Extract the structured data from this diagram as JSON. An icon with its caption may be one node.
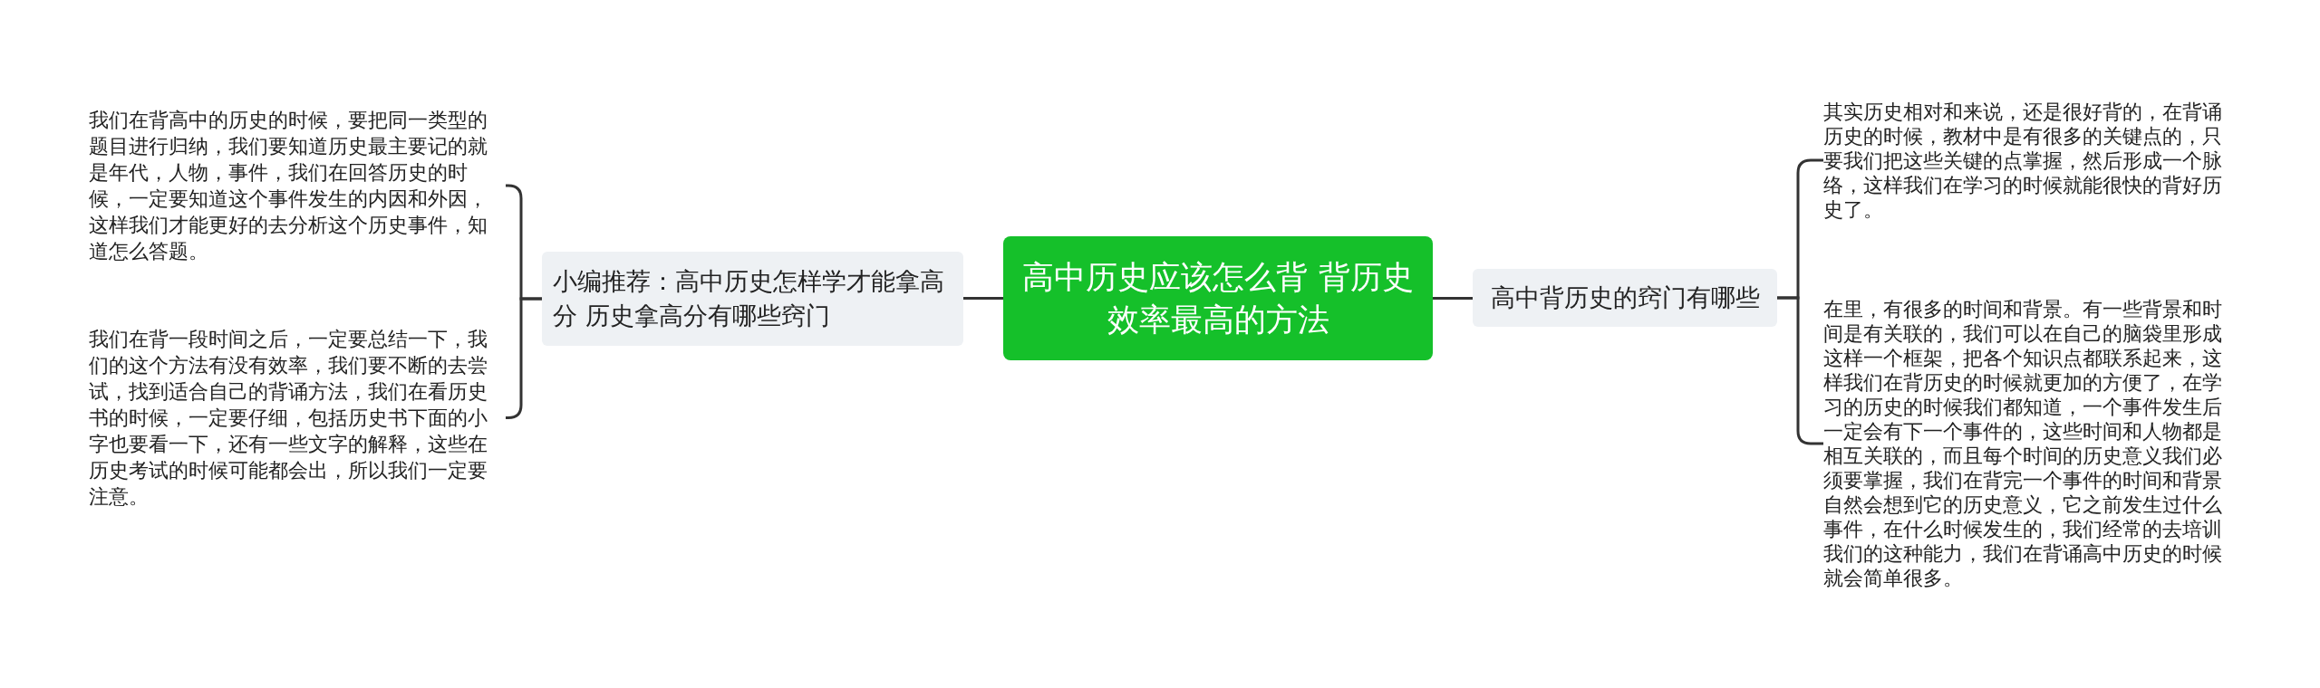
{
  "diagram": {
    "nodes": [
      {
        "text": [
          "高中历史应该怎么背 背历史效率最高的方法"
        ]
      },
      {
        "text": [
          "小编推荐：高中历史怎样学才能拿高分 历史拿高分有哪些窍门"
        ]
      },
      {
        "text": [
          "我们在背高中的历史的时候，要把同一类型的题目进行归纳，我们要知道历史最主要记的就是年代，人物，事件，我们在回答历史的时候，一定要知道这个事件发生的内因和外因，这样我们才能更好的去分析这个历史事件，知道怎么答题。"
        ]
      },
      {
        "text": [
          "我们在背一段时间之后，一定要总结一下，我们的这个方法有没有效率，我们要不断的去尝试，找到适合自己的背诵方法，我们在看历史书的时候，一定要仔细，包括历史书下面的小字也要看一下，还有一些文字的解释，这些在历史考试的时候可能都会出，所以我们一定要注意。"
        ]
      },
      {
        "text": [
          "高中背历史的窍门有哪些"
        ]
      },
      {
        "text": [
          "其实历史相对和来说，还是很好背的，在背诵历史的时候，教材中是有很多的关键点的，只要我们把这些关键的点掌握，然后形成一个脉络，这样我们在学习的时候就能很快的背好历史了。"
        ]
      },
      {
        "text": [
          "在里，有很多的时间和背景。有一些背景和时间是有关联的，我们可以在自己的脑袋里形成这样一个框架，把各个知识点都联系起来，这样我们在背历史的时候就更加的方便了，在学习的历史的时候我们都知道，一个事件发生后一定会有下一个事件的，这些时间和人物都是相互关联的，而且每个时间的历史意义我们必须要掌握，我们在背完一个事件的时间和背景自然会想到它的历史意义，它之前发生过什么事件，在什么时候发生的，我们经常的去培训我们的这种能力，我们在背诵高中历史的时候就会简单很多。"
        ]
      }
    ],
    "edges": [
      {
        "from": 0,
        "to": 1,
        "arrow": "none"
      },
      {
        "from": 1,
        "to": 2,
        "arrow": "none"
      },
      {
        "from": 1,
        "to": 3,
        "arrow": "none"
      },
      {
        "from": 0,
        "to": 4,
        "arrow": "none"
      },
      {
        "from": 4,
        "to": 5,
        "arrow": "none"
      },
      {
        "from": 4,
        "to": 6,
        "arrow": "none"
      }
    ]
  }
}
